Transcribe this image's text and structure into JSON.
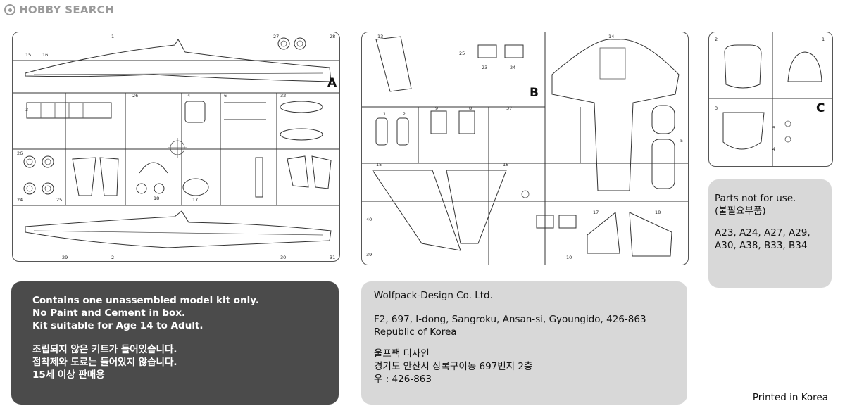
{
  "watermark": {
    "text": "HOBBY SEARCH"
  },
  "sprues": [
    {
      "id": "A",
      "letter": "A"
    },
    {
      "id": "B",
      "letter": "B"
    },
    {
      "id": "C",
      "letter": "C"
    }
  ],
  "parts_not_for_use": {
    "title": "Parts not for use.",
    "title_ko": "(불필요부품)",
    "list_line1": "A23, A24, A27, A29,",
    "list_line2": "A30, A38, B33, B34"
  },
  "notice": {
    "en_line1": "Contains one unassembled model kit only.",
    "en_line2": "No Paint and Cement in box.",
    "en_line3": "Kit suitable for Age 14 to Adult.",
    "ko_line1": "조립되지 않은 키트가 들어있습니다.",
    "ko_line2": "접착제와 도료는 들어있지 않습니다.",
    "ko_line3": "15세 이상 판매용"
  },
  "company": {
    "name": "Wolfpack-Design Co. Ltd.",
    "address_line1": "F2, 697, I-dong, Sangroku, Ansan-si, Gyoungido, 426-863",
    "address_line2": "Republic of Korea",
    "name_ko": "울프팩 디자인",
    "address_ko": "경기도 안산시 상록구이동  697번지 2층",
    "postal_ko": "우 : 426-863"
  },
  "footer": {
    "printed": "Printed in Korea"
  }
}
